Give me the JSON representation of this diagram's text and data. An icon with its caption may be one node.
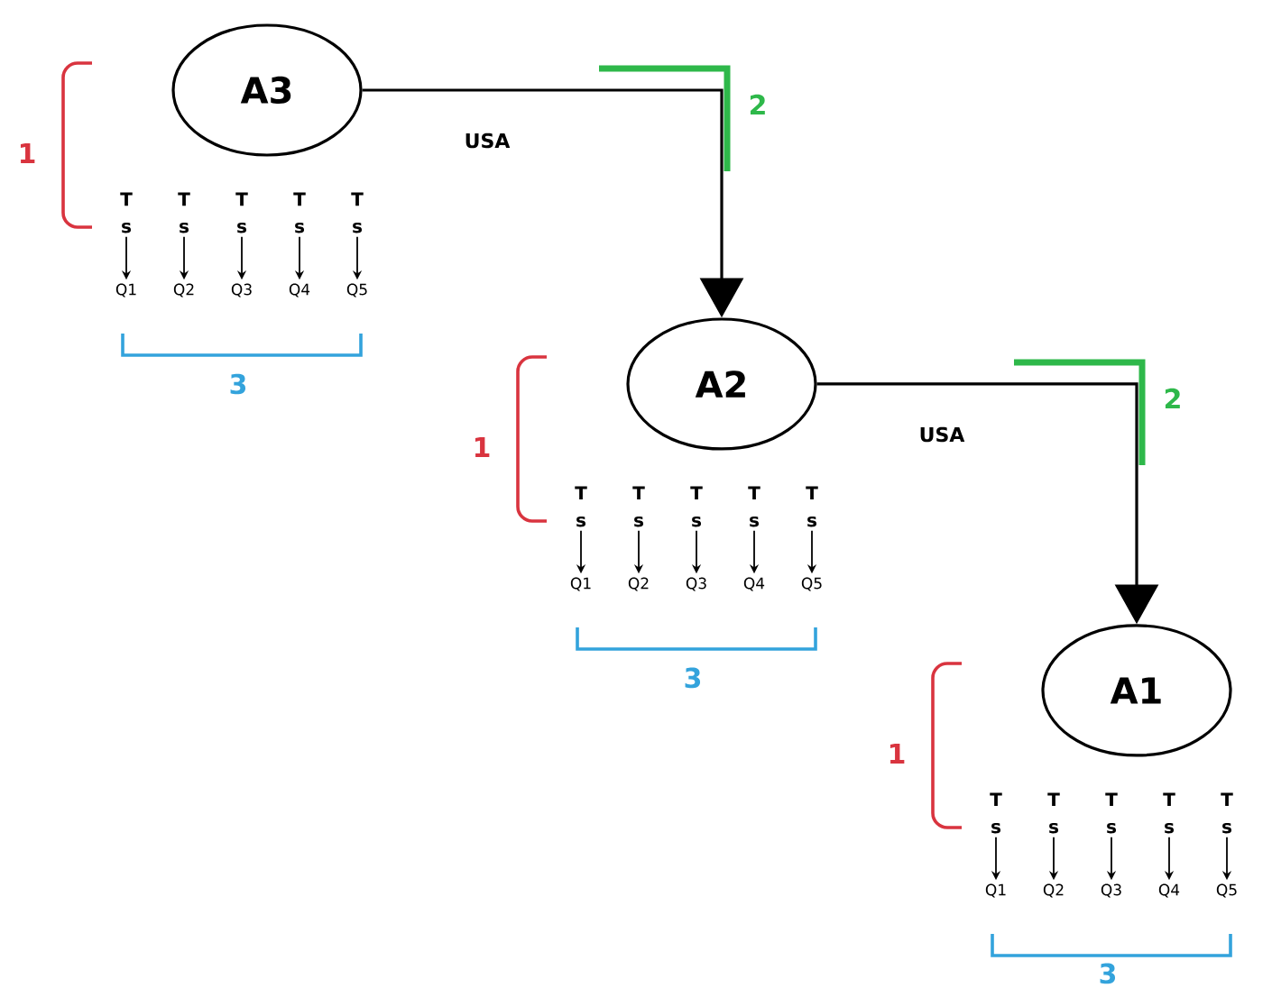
{
  "diagram": {
    "nodes": [
      {
        "text": [
          "A3"
        ]
      },
      {
        "text": [
          "T",
          "s"
        ]
      },
      {
        "text": [
          "T",
          "s"
        ]
      },
      {
        "text": [
          "T",
          "s"
        ]
      },
      {
        "text": [
          "T",
          "s"
        ]
      },
      {
        "text": [
          "T",
          "s"
        ]
      },
      {
        "text": [
          "Q1"
        ]
      },
      {
        "text": [
          "Q2"
        ]
      },
      {
        "text": [
          "Q3"
        ]
      },
      {
        "text": [
          "Q4"
        ]
      },
      {
        "text": [
          "Q5"
        ]
      },
      {
        "text": [
          "A2"
        ]
      },
      {
        "text": [
          "T",
          "s"
        ]
      },
      {
        "text": [
          "T",
          "s"
        ]
      },
      {
        "text": [
          "T",
          "s"
        ]
      },
      {
        "text": [
          "T",
          "s"
        ]
      },
      {
        "text": [
          "T",
          "s"
        ]
      },
      {
        "text": [
          "Q1"
        ]
      },
      {
        "text": [
          "Q2"
        ]
      },
      {
        "text": [
          "Q3"
        ]
      },
      {
        "text": [
          "Q4"
        ]
      },
      {
        "text": [
          "Q5"
        ]
      },
      {
        "text": [
          "A1"
        ]
      },
      {
        "text": [
          "T",
          "s"
        ]
      },
      {
        "text": [
          "T",
          "s"
        ]
      },
      {
        "text": [
          "T",
          "s"
        ]
      },
      {
        "text": [
          "T",
          "s"
        ]
      },
      {
        "text": [
          "T",
          "s"
        ]
      },
      {
        "text": [
          "Q1"
        ]
      },
      {
        "text": [
          "Q2"
        ]
      },
      {
        "text": [
          "Q3"
        ]
      },
      {
        "text": [
          "Q4"
        ]
      },
      {
        "text": [
          "Q5"
        ]
      }
    ],
    "edges": [
      {
        "from": 0,
        "to": 11,
        "arrow": "to",
        "label": "USA"
      },
      {
        "from": 11,
        "to": 22,
        "arrow": "to",
        "label": "USA"
      },
      {
        "from": 1,
        "to": 6,
        "arrow": "to"
      },
      {
        "from": 2,
        "to": 7,
        "arrow": "to"
      },
      {
        "from": 3,
        "to": 8,
        "arrow": "to"
      },
      {
        "from": 4,
        "to": 9,
        "arrow": "to"
      },
      {
        "from": 5,
        "to": 10,
        "arrow": "to"
      },
      {
        "from": 12,
        "to": 17,
        "arrow": "to"
      },
      {
        "from": 13,
        "to": 18,
        "arrow": "to"
      },
      {
        "from": 14,
        "to": 19,
        "arrow": "to"
      },
      {
        "from": 15,
        "to": 20,
        "arrow": "to"
      },
      {
        "from": 16,
        "to": 21,
        "arrow": "to"
      },
      {
        "from": 23,
        "to": 28,
        "arrow": "to"
      },
      {
        "from": 24,
        "to": 29,
        "arrow": "to"
      },
      {
        "from": 25,
        "to": 30,
        "arrow": "to"
      },
      {
        "from": 26,
        "to": 31,
        "arrow": "to"
      },
      {
        "from": 27,
        "to": 32,
        "arrow": "to"
      }
    ],
    "labels": [
      "1",
      "2",
      "3",
      "1",
      "2",
      "3",
      "1",
      "3"
    ]
  }
}
